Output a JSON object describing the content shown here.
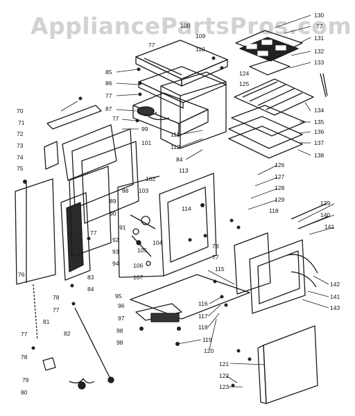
{
  "watermark": "AppliancePartsPros.com",
  "part_labels": [
    {
      "id": "l130",
      "text": "130"
    },
    {
      "id": "l77a",
      "text": "77"
    },
    {
      "id": "l131",
      "text": "131"
    },
    {
      "id": "l132",
      "text": "132"
    },
    {
      "id": "l133",
      "text": "133"
    },
    {
      "id": "l100",
      "text": "100"
    },
    {
      "id": "l109",
      "text": "109"
    },
    {
      "id": "l110",
      "text": "110"
    },
    {
      "id": "l77b",
      "text": "77"
    },
    {
      "id": "l124",
      "text": "124"
    },
    {
      "id": "l125",
      "text": "125"
    },
    {
      "id": "l85",
      "text": "85"
    },
    {
      "id": "l86",
      "text": "86"
    },
    {
      "id": "l77c",
      "text": "77"
    },
    {
      "id": "l87",
      "text": "87"
    },
    {
      "id": "l77d",
      "text": "77"
    },
    {
      "id": "l70",
      "text": "70"
    },
    {
      "id": "l71",
      "text": "71"
    },
    {
      "id": "l72",
      "text": "72"
    },
    {
      "id": "l73",
      "text": "73"
    },
    {
      "id": "l74",
      "text": "74"
    },
    {
      "id": "l75",
      "text": "75"
    },
    {
      "id": "l99",
      "text": "99"
    },
    {
      "id": "l101",
      "text": "101"
    },
    {
      "id": "l111",
      "text": "111"
    },
    {
      "id": "l112",
      "text": "112"
    },
    {
      "id": "l84a",
      "text": "84"
    },
    {
      "id": "l134",
      "text": "134"
    },
    {
      "id": "l135",
      "text": "135"
    },
    {
      "id": "l136",
      "text": "136"
    },
    {
      "id": "l137",
      "text": "137"
    },
    {
      "id": "l138",
      "text": "138"
    },
    {
      "id": "l113",
      "text": "113"
    },
    {
      "id": "l126",
      "text": "126"
    },
    {
      "id": "l127",
      "text": "127"
    },
    {
      "id": "l128",
      "text": "128"
    },
    {
      "id": "l129",
      "text": "129"
    },
    {
      "id": "l118a",
      "text": "118"
    },
    {
      "id": "l139",
      "text": "139"
    },
    {
      "id": "l140",
      "text": "140"
    },
    {
      "id": "l141a",
      "text": "141"
    },
    {
      "id": "l102",
      "text": "102"
    },
    {
      "id": "l88",
      "text": "88"
    },
    {
      "id": "l103",
      "text": "103"
    },
    {
      "id": "l114",
      "text": "114"
    },
    {
      "id": "l89",
      "text": "89"
    },
    {
      "id": "l90",
      "text": "90"
    },
    {
      "id": "l77e",
      "text": "77"
    },
    {
      "id": "l91",
      "text": "91"
    },
    {
      "id": "l105",
      "text": "105"
    },
    {
      "id": "l92",
      "text": "92"
    },
    {
      "id": "l104",
      "text": "104"
    },
    {
      "id": "l78a",
      "text": "78"
    },
    {
      "id": "l77f",
      "text": "77"
    },
    {
      "id": "l93",
      "text": "93"
    },
    {
      "id": "l106",
      "text": "106"
    },
    {
      "id": "l94",
      "text": "94"
    },
    {
      "id": "l107",
      "text": "107"
    },
    {
      "id": "l76",
      "text": "76"
    },
    {
      "id": "l83",
      "text": "83"
    },
    {
      "id": "l84b",
      "text": "84"
    },
    {
      "id": "l95",
      "text": "95"
    },
    {
      "id": "l115",
      "text": "115"
    },
    {
      "id": "l142",
      "text": "142"
    },
    {
      "id": "l141b",
      "text": "141"
    },
    {
      "id": "l143",
      "text": "143"
    },
    {
      "id": "l78b",
      "text": "78"
    },
    {
      "id": "l77g",
      "text": "77"
    },
    {
      "id": "l96",
      "text": "96"
    },
    {
      "id": "l116",
      "text": "116"
    },
    {
      "id": "l117",
      "text": "117"
    },
    {
      "id": "l81",
      "text": "81"
    },
    {
      "id": "l97",
      "text": "97"
    },
    {
      "id": "l118b",
      "text": "118"
    },
    {
      "id": "l98a",
      "text": "98"
    },
    {
      "id": "l119",
      "text": "119"
    },
    {
      "id": "l98b",
      "text": "98"
    },
    {
      "id": "l82",
      "text": "82"
    },
    {
      "id": "l77h",
      "text": "77"
    },
    {
      "id": "l120",
      "text": "120"
    },
    {
      "id": "l78c",
      "text": "78"
    },
    {
      "id": "l79",
      "text": "79"
    },
    {
      "id": "l121",
      "text": "121"
    },
    {
      "id": "l122",
      "text": "122"
    },
    {
      "id": "l123",
      "text": "123"
    },
    {
      "id": "l80",
      "text": "80"
    }
  ]
}
